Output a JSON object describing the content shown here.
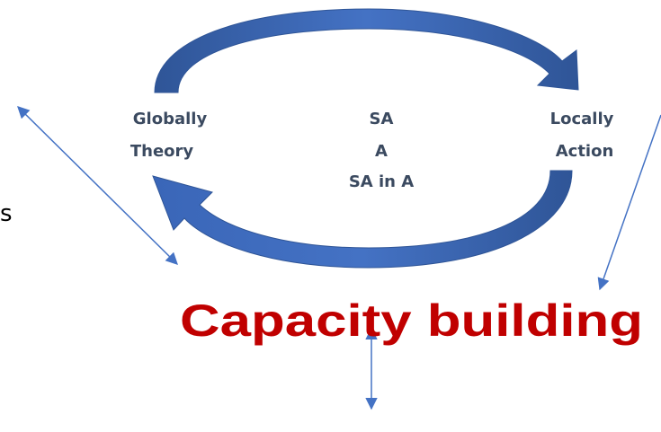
{
  "cycle": {
    "left_label": {
      "line1": "Globally",
      "line2": "Theory"
    },
    "center_label": {
      "line1": "SA",
      "line2": "A",
      "line3": "SA in A"
    },
    "right_label": {
      "line1": "Locally",
      "line2": "Action"
    }
  },
  "headline": {
    "text": "Capacity building"
  },
  "edge_fragment": {
    "text": "s"
  },
  "colors": {
    "cycle_arrow": "#4472c4",
    "cycle_arrow_dark": "#2f5597",
    "label_text": "#3b4a60",
    "headline_text": "#c00000",
    "connector_line": "#4472c4",
    "edge_text": "#000000"
  }
}
